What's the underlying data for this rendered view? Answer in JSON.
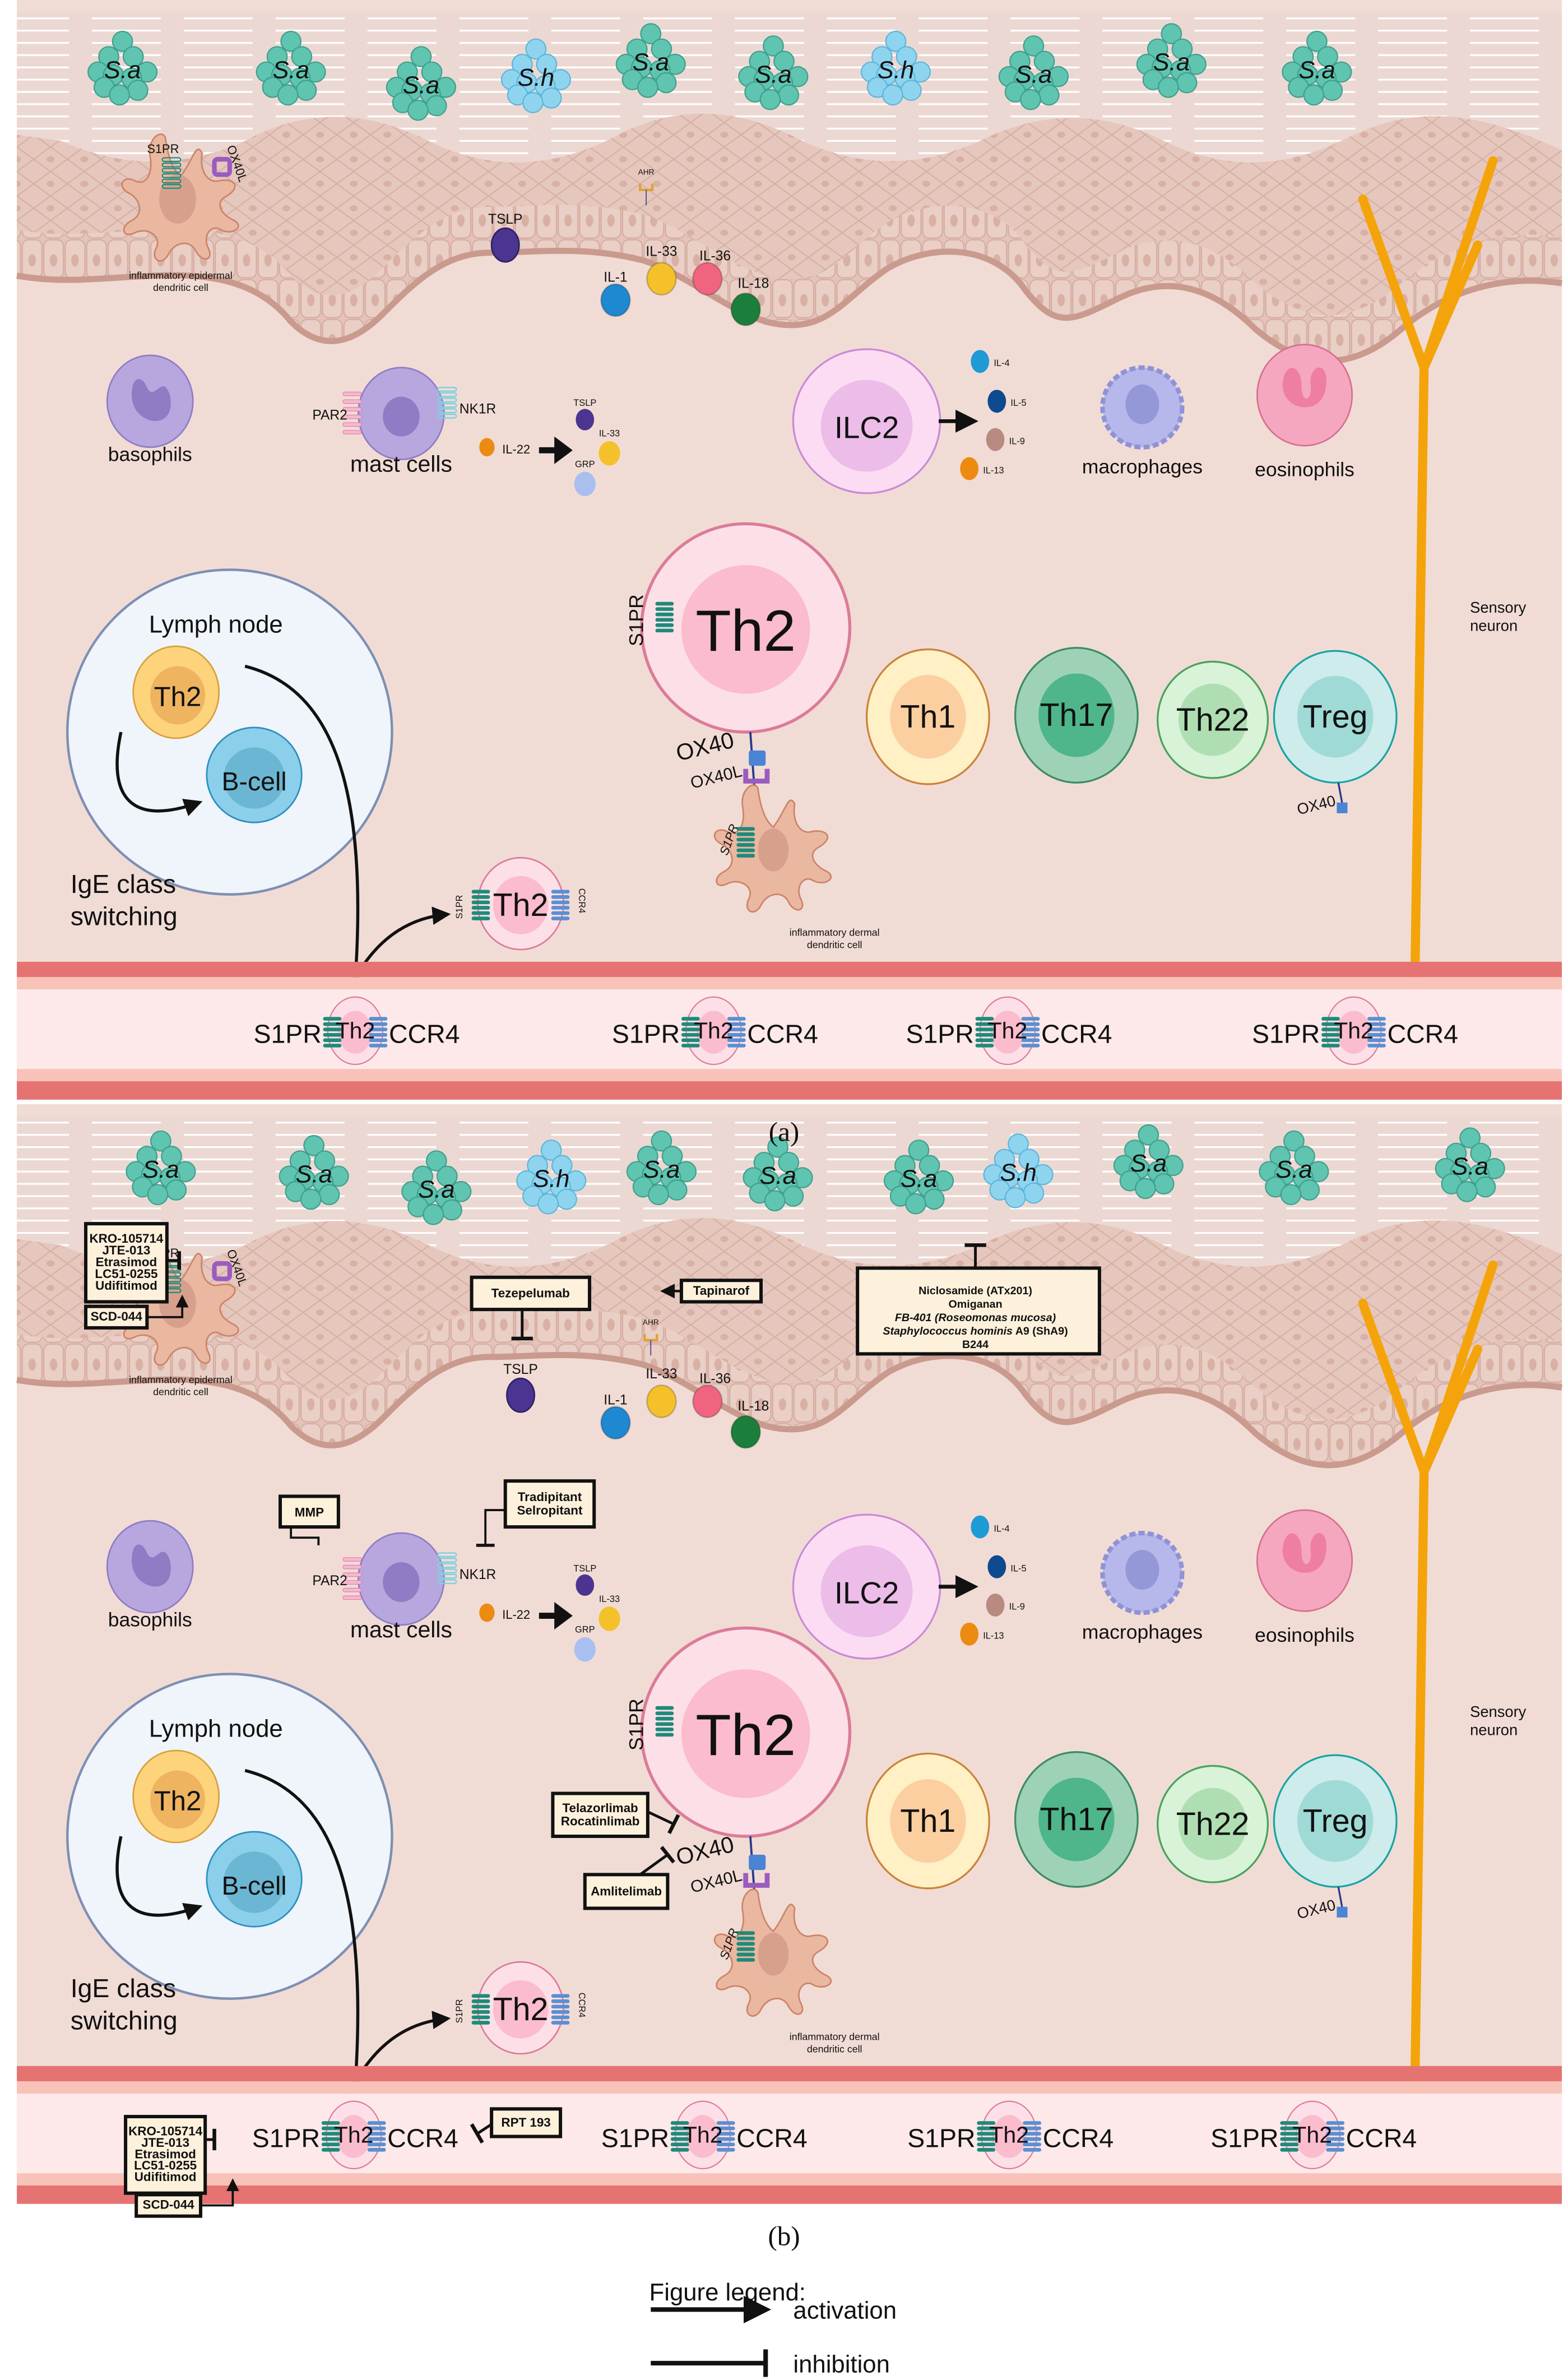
{
  "colors": {
    "stratum_corneum": "#ecd8d2",
    "epidermis": "#e6c7bd",
    "epidermis_cell_line": "#d3aa9e",
    "basement": "#c99a8d",
    "dermis": "#f1dcd5",
    "vessel_wall_dark": "#e57372",
    "vessel_wall_light": "#f9c2b8",
    "vessel_lumen": "#fde9e9",
    "s_aureus": "#5fc4b0",
    "s_aureus_dark": "#3f9f8e",
    "s_hominis": "#8fd4ef",
    "neuron": "#f4a40a",
    "th2_outer": "#fde0e7",
    "th2_inner": "#fbbccd",
    "th2_stroke": "#db7c98",
    "s1pr": "#1f8a7a",
    "ccr4": "#5b8fd1",
    "ox40": "#4a84d4",
    "ox40l": "#9a5cc0",
    "dc": "#eab7a0",
    "dc_stroke": "#cc8468",
    "drug_box_fill": "#fdf1dc"
  },
  "panels": [
    {
      "id": "a",
      "caption": "(a)",
      "bacteria": [
        "S.a",
        "S.a",
        "S.a",
        "S.h",
        "S.a",
        "S.a",
        "S.h",
        "S.a",
        "S.a",
        "S.a"
      ],
      "epidermal_dc": {
        "label_line1": "inflammatory epidermal",
        "label_line2": "dendritic cell",
        "receptor1": "S1PR",
        "receptor2": "OX40L"
      },
      "tslp": "TSLP",
      "ahr": "AHR",
      "keratinocyte_cytokines": [
        "IL-1",
        "IL-33",
        "IL-36",
        "IL-18"
      ],
      "basophils": "basophils",
      "mast_cells": {
        "label": "mast cells",
        "receptor_left": "PAR2",
        "receptor_right": "NK1R",
        "secreted": "IL-22",
        "targets": [
          "TSLP",
          "IL-33",
          "GRP"
        ]
      },
      "ilc2": {
        "label": "ILC2",
        "cytokines": [
          "IL-4",
          "IL-5",
          "IL-9",
          "IL-13"
        ]
      },
      "macrophages": "macrophages",
      "eosinophils": "eosinophils",
      "sensory_neuron": {
        "line1": "Sensory",
        "line2": "neuron"
      },
      "lymph_node": {
        "title": "Lymph node",
        "th2": "Th2",
        "bcell": "B-cell"
      },
      "ige": {
        "line1": "IgE class",
        "line2": "switching"
      },
      "big_th2": {
        "label": "Th2",
        "receptor": "S1PR",
        "ox40": "OX40",
        "ox40l": "OX40L"
      },
      "dermal_dc": {
        "label_line1": "inflammatory dermal",
        "label_line2": "dendritic cell",
        "receptor": "S1PR"
      },
      "t_cells": [
        "Th1",
        "Th17",
        "Th22",
        "Treg"
      ],
      "treg_receptor": "OX40",
      "migrating_th2": {
        "left": "S1PR",
        "label": "Th2",
        "right": "CCR4"
      },
      "vessel_th2": [
        {
          "left": "S1PR",
          "label": "Th2",
          "right": "CCR4"
        },
        {
          "left": "S1PR",
          "label": "Th2",
          "right": "CCR4"
        },
        {
          "left": "S1PR",
          "label": "Th2",
          "right": "CCR4"
        },
        {
          "left": "S1PR",
          "label": "Th2",
          "right": "CCR4"
        }
      ],
      "drugs": null
    },
    {
      "id": "b",
      "caption": "(b)",
      "bacteria": [
        "S.a",
        "S.a",
        "S.a",
        "S.h",
        "S.a",
        "S.a",
        "S.a",
        "S.h",
        "S.a",
        "S.a",
        "S.a"
      ],
      "epidermal_dc": {
        "label_line1": "inflammatory epidermal",
        "label_line2": "dendritic cell",
        "receptor1": "S1PR",
        "receptor2": "OX40L"
      },
      "tslp": "TSLP",
      "ahr": "AHR",
      "keratinocyte_cytokines": [
        "IL-1",
        "IL-33",
        "IL-36",
        "IL-18"
      ],
      "basophils": "basophils",
      "mast_cells": {
        "label": "mast cells",
        "receptor_left": "PAR2",
        "receptor_right": "NK1R",
        "secreted": "IL-22",
        "targets": [
          "TSLP",
          "IL-33",
          "GRP"
        ]
      },
      "ilc2": {
        "label": "ILC2",
        "cytokines": [
          "IL-4",
          "IL-5",
          "IL-9",
          "IL-13"
        ]
      },
      "macrophages": "macrophages",
      "eosinophils": "eosinophils",
      "sensory_neuron": {
        "line1": "Sensory",
        "line2": "neuron"
      },
      "lymph_node": {
        "title": "Lymph node",
        "th2": "Th2",
        "bcell": "B-cell"
      },
      "ige": {
        "line1": "IgE class",
        "line2": "switching"
      },
      "big_th2": {
        "label": "Th2",
        "receptor": "S1PR",
        "ox40": "OX40",
        "ox40l": "OX40L"
      },
      "dermal_dc": {
        "label_line1": "inflammatory dermal",
        "label_line2": "dendritic cell",
        "receptor": "S1PR"
      },
      "t_cells": [
        "Th1",
        "Th17",
        "Th22",
        "Treg"
      ],
      "treg_receptor": "OX40",
      "migrating_th2": {
        "left": "S1PR",
        "label": "Th2",
        "right": "CCR4"
      },
      "vessel_th2": [
        {
          "left": "S1PR",
          "label": "Th2",
          "right": "CCR4"
        },
        {
          "left": "S1PR",
          "label": "Th2",
          "right": "CCR4"
        },
        {
          "left": "S1PR",
          "label": "Th2",
          "right": "CCR4"
        },
        {
          "left": "S1PR",
          "label": "Th2",
          "right": "CCR4"
        }
      ],
      "drugs": {
        "s1pr_inhibitors": [
          "KRO-105714",
          "JTE-013",
          "Etrasimod",
          "LC51-0255",
          "Udifitimod"
        ],
        "s1pr_activator": "SCD-044",
        "tslp_inhibitor": "Tezepelumab",
        "ahr_agonist": "Tapinarof",
        "microbiome": [
          {
            "text": "Niclosamide (ATx201)",
            "italic": false
          },
          {
            "text": "Omiganan",
            "italic": false
          },
          {
            "text": "FB-401 (Roseomonas mucosa)",
            "italic": true
          },
          {
            "text_italic": "Staphylococcus hominis",
            "text_plain": " A9 (ShA9)"
          },
          {
            "text": "B244",
            "italic": false
          }
        ],
        "par2_modulator": "MMP",
        "nk1r_inhibitors": [
          "Tradipitant",
          "Selropitant"
        ],
        "ox40_inhibitors": [
          "Telazorlimab",
          "Rocatinlimab"
        ],
        "ox40l_inhibitor": "Amlitelimab",
        "ccr4_inhibitor": "RPT 193",
        "vessel_s1pr_inhibitors": [
          "KRO-105714",
          "JTE-013",
          "Etrasimod",
          "LC51-0255",
          "Udifitimod"
        ],
        "vessel_s1pr_activator": "SCD-044"
      }
    }
  ],
  "legend": {
    "title": "Figure legend:",
    "items": [
      {
        "type": "activation",
        "label": "activation"
      },
      {
        "type": "inhibition",
        "label": "inhibition"
      }
    ]
  }
}
